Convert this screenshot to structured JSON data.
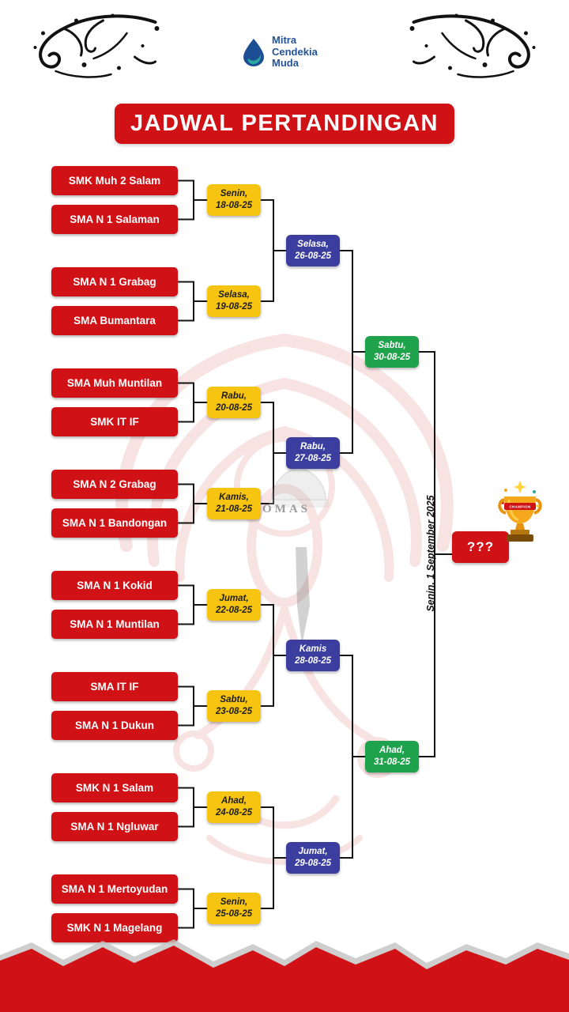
{
  "header": {
    "logo": {
      "lines": [
        "Mitra",
        "Cendekia",
        "Muda"
      ]
    },
    "title": "JADWAL PERTANDINGAN"
  },
  "colors": {
    "red": "#d01217",
    "yellow": "#f7c411",
    "blue": "#3b3e9e",
    "green": "#1fa24c"
  },
  "round1": [
    {
      "team1": "SMK Muh 2 Salam",
      "team2": "SMA N 1 Salaman",
      "day": "Senin,",
      "date": "18-08-25"
    },
    {
      "team1": "SMA N 1 Grabag",
      "team2": "SMA Bumantara",
      "day": "Selasa,",
      "date": "19-08-25"
    },
    {
      "team1": "SMA Muh Muntilan",
      "team2": "SMK IT IF",
      "day": "Rabu,",
      "date": "20-08-25"
    },
    {
      "team1": "SMA N 2 Grabag",
      "team2": "SMA N 1 Bandongan",
      "day": "Kamis,",
      "date": "21-08-25"
    },
    {
      "team1": "SMA N 1 Kokid",
      "team2": "SMA N 1 Muntilan",
      "day": "Jumat,",
      "date": "22-08-25"
    },
    {
      "team1": "SMA IT IF",
      "team2": "SMA N 1 Dukun",
      "day": "Sabtu,",
      "date": "23-08-25"
    },
    {
      "team1": "SMK N 1 Salam",
      "team2": "SMA N 1 Ngluwar",
      "day": "Ahad,",
      "date": "24-08-25"
    },
    {
      "team1": "SMA N 1 Mertoyudan",
      "team2": "SMK N 1 Magelang",
      "day": "Senin,",
      "date": "25-08-25"
    }
  ],
  "round2": [
    {
      "day": "Selasa,",
      "date": "26-08-25"
    },
    {
      "day": "Rabu,",
      "date": "27-08-25"
    },
    {
      "day": "Kamis",
      "date": "28-08-25"
    },
    {
      "day": "Jumat,",
      "date": "29-08-25"
    }
  ],
  "semifinal": [
    {
      "day": "Sabtu,",
      "date": "30-08-25"
    },
    {
      "day": "Ahad,",
      "date": "31-08-25"
    }
  ],
  "final": {
    "date_label": "Senin, 1 September 2025",
    "winner_placeholder": "???"
  },
  "trophy": {
    "band": "CHAMPION"
  },
  "watermark": {
    "text": "OMAS"
  }
}
